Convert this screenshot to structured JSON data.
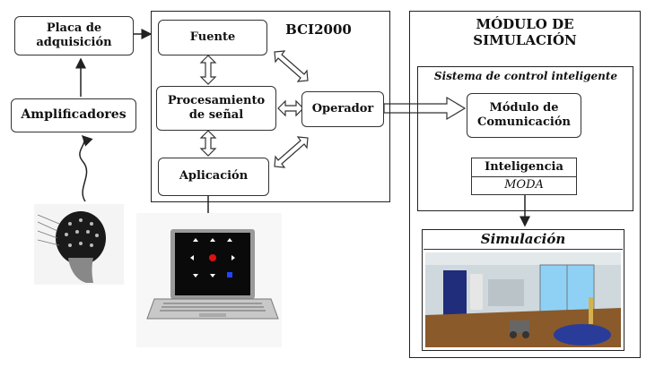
{
  "left": {
    "placa": "Placa de adquisición",
    "amplificadores": "Amplificadores"
  },
  "bci": {
    "title": "BCI2000",
    "fuente": "Fuente",
    "procesamiento": "Procesamiento de señal",
    "aplicacion": "Aplicación",
    "operador": "Operador"
  },
  "modulo": {
    "title": "MÓDULO DE SIMULACIÓN",
    "sistema": "Sistema de control inteligente",
    "comunicacion": "Módulo de Comunicación",
    "inteligencia": "Inteligencia",
    "moda": "MODA",
    "simulacion": "Simulación"
  },
  "colors": {
    "line": "#222222",
    "room_floor": "#8a5a2b",
    "room_wall": "#cfd8dc",
    "window": "#8fd1f5",
    "laptop_screen": "#0a0a0a"
  }
}
